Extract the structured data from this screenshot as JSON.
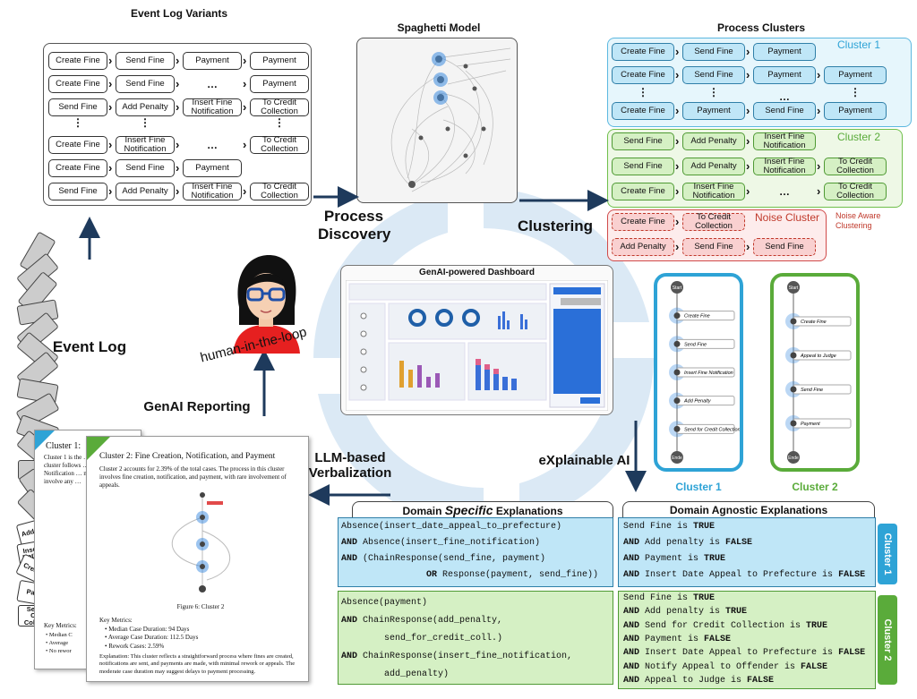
{
  "titles": {
    "variants": "Event Log Variants",
    "spaghetti": "Spaghetti Model",
    "clusters": "Process Clusters",
    "dashboard": "GenAI-powered Dashboard"
  },
  "stage_labels": {
    "process_discovery_1": "Process",
    "process_discovery_2": "Discovery",
    "clustering": "Clustering",
    "event_log": "Event Log",
    "human_in_loop": "human-in-the-loop",
    "genai_reporting": "GenAI Reporting",
    "llm_1": "LLM-based",
    "llm_2": "Verbalization",
    "xai": "eXplainable AI",
    "noise_aware_1": "Noise Aware",
    "noise_aware_2": "Clustering"
  },
  "variants": [
    [
      "Create Fine",
      "Send Fine",
      "Payment",
      "Payment"
    ],
    [
      "Create Fine",
      "Send Fine",
      "…",
      "Payment"
    ],
    [
      "Send Fine",
      "Add Penalty",
      "Insert Fine Notification",
      "To Credit Collection"
    ],
    [
      "⋮",
      "⋮",
      "",
      "⋮"
    ],
    [
      "Create Fine",
      "Insert Fine Notification",
      "…",
      "To Credit Collection"
    ],
    [
      "Create Fine",
      "Send Fine",
      "Payment",
      ""
    ],
    [
      "Send Fine",
      "Add Penalty",
      "Insert Fine Notification",
      "To Credit Collection"
    ]
  ],
  "cluster_labels": {
    "c1": "Cluster 1",
    "c2": "Cluster 2",
    "noise": "Noise Cluster"
  },
  "cluster1_rows": [
    [
      "Create Fine",
      "Send Fine",
      "Payment",
      ""
    ],
    [
      "Create Fine",
      "Send Fine",
      "Payment",
      "Payment"
    ],
    [
      "⋮",
      "⋮",
      "…",
      "⋮"
    ],
    [
      "Create Fine",
      "Payment",
      "Send Fine",
      "Payment"
    ]
  ],
  "cluster2_rows": [
    [
      "Send Fine",
      "Add Penalty",
      "Insert Fine Notification",
      ""
    ],
    [
      "Send Fine",
      "Add Penalty",
      "Insert Fine Notification",
      "To Credit Collection"
    ],
    [
      "Create Fine",
      "Insert Fine Notification",
      "…",
      "To Credit Collection"
    ]
  ],
  "noise_rows": [
    [
      "Create Fine",
      "To Credit Collection"
    ],
    [
      "Add Penalty",
      "Send Fine",
      "Send Fine"
    ]
  ],
  "event_log_cards": [
    "Add Penalty",
    "Insert Fine Notification",
    "Create Fine",
    "Payment",
    "Send for Credit Collection"
  ],
  "process_maps": {
    "c1_label": "Cluster 1",
    "c2_label": "Cluster 2",
    "c1_nodes": [
      "Start",
      "Create Fine",
      "Send Fine",
      "Insert Fine Notification",
      "Add Penalty",
      "Send for Credit Collection",
      "Ende"
    ],
    "c2_nodes": [
      "Start",
      "Create Fine",
      "Appeal to Judge",
      "Send Fine",
      "Payment",
      "Ende"
    ]
  },
  "explanations": {
    "specific_title_pre": "Domain ",
    "specific_title_em": "Specific",
    "specific_title_post": " Explanations",
    "agnostic_title": "Domain Agnostic Explanations",
    "c1_tab": "Cluster 1",
    "c2_tab": "Cluster 2",
    "c1_specific": [
      "Absence(insert_date_appeal_to_prefecture)",
      "AND Absence(insert_fine_notification)",
      "AND (ChainResponse(send_fine, payment)",
      "OR Response(payment, send_fine))"
    ],
    "c2_specific": [
      "Absence(payment)",
      "AND ChainResponse(add_penalty,",
      "send_for_credit_coll.)",
      "AND ChainResponse(insert_fine_notification,",
      "add_penalty)"
    ],
    "c1_agnostic": [
      [
        "",
        "Send Fine is ",
        "TRUE"
      ],
      [
        "AND ",
        "Add penalty is ",
        "FALSE"
      ],
      [
        "AND ",
        "Payment is ",
        "TRUE"
      ],
      [
        "AND ",
        "Insert Date Appeal to Prefecture is ",
        "FALSE"
      ]
    ],
    "c2_agnostic": [
      [
        "",
        "Send Fine is ",
        "TRUE"
      ],
      [
        "AND ",
        "Add penalty is ",
        "TRUE"
      ],
      [
        "AND ",
        "Send for Credit Collection is ",
        "TRUE"
      ],
      [
        "AND ",
        "Payment is ",
        "FALSE"
      ],
      [
        "AND ",
        "Insert Date Appeal to Prefecture is ",
        "FALSE"
      ],
      [
        "AND ",
        "Notify Appeal to Offender is ",
        "FALSE"
      ],
      [
        "AND ",
        "Appeal to Judge is ",
        "FALSE"
      ]
    ]
  },
  "report": {
    "back_title": "Cluster 1:",
    "back_text": "Cluster 1 is the … cluster follows … Notification … not involve any …",
    "title": "Cluster 2: Fine Creation, Notification, and Payment",
    "intro": "Cluster 2 accounts for 2.39% of the total cases. The process in this cluster involves fine creation, notification, and payment, with rare involvement of appeals.",
    "figure_caption": "Figure 6: Cluster 2",
    "metrics_title": "Key Metrics:",
    "metrics": [
      "Median Case Duration: 94 Days",
      "Average Case Duration: 112.5 Days",
      "Rework Cases: 2.59%"
    ],
    "back_metrics_title": "Key Metrics:",
    "back_metrics": [
      "Median C",
      "Average",
      "No rewor"
    ],
    "explanation": "Explanation: This cluster reflects a straightforward process where fines are created, notifications are sent, and payments are made, with minimal rework or appeals. The moderate case duration may suggest delays to payment processing."
  },
  "colors": {
    "blue": "#bfe6f7",
    "green": "#d5f0c4",
    "red": "#f9d0d0",
    "cluster1": "#2ea3d6",
    "cluster2": "#5aab3a",
    "arrow": "#1e3a5c"
  }
}
